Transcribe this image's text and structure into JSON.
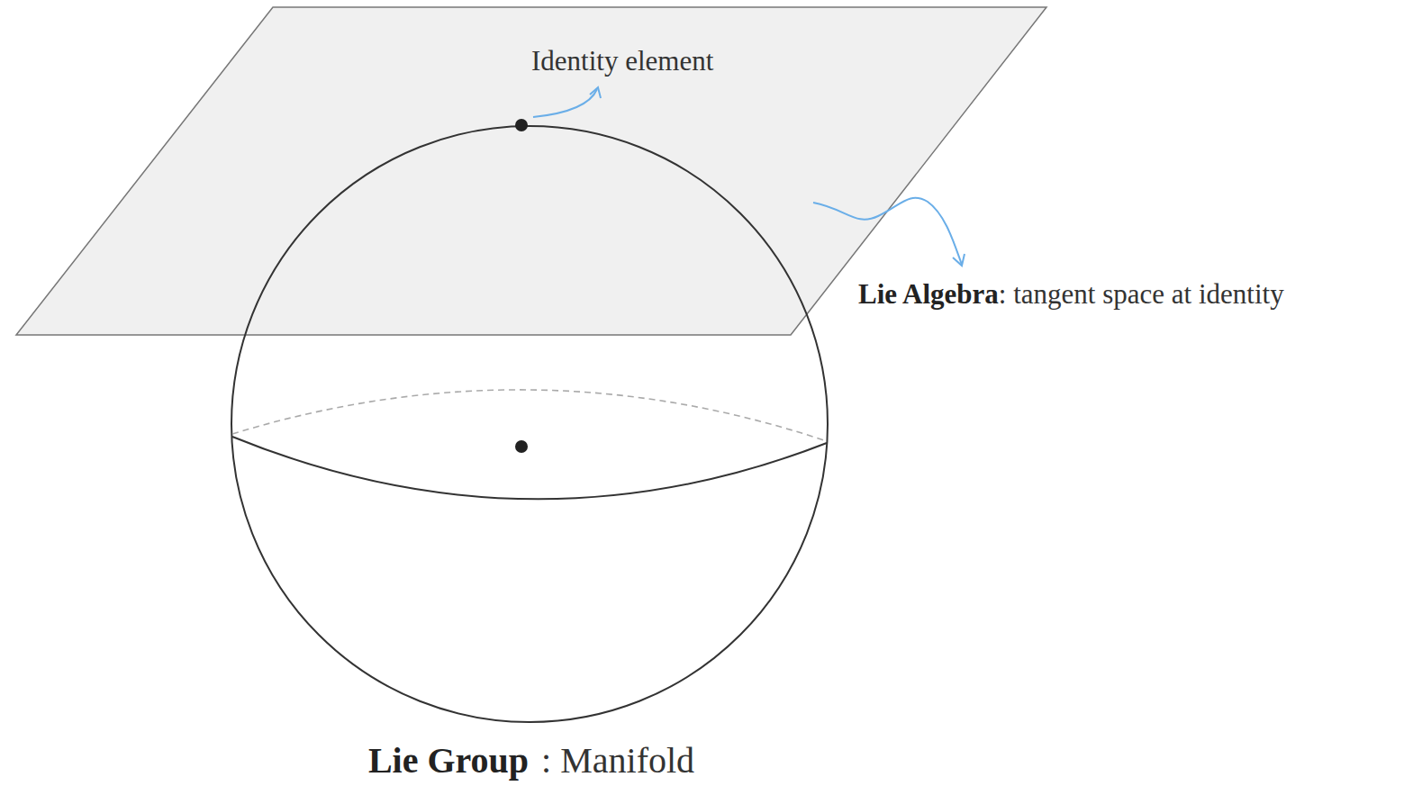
{
  "diagram": {
    "labels": [
      "Identity element",
      "Lie Algebra",
      ": tangent space at identity",
      "Lie Group",
      ": Manifold"
    ]
  }
}
